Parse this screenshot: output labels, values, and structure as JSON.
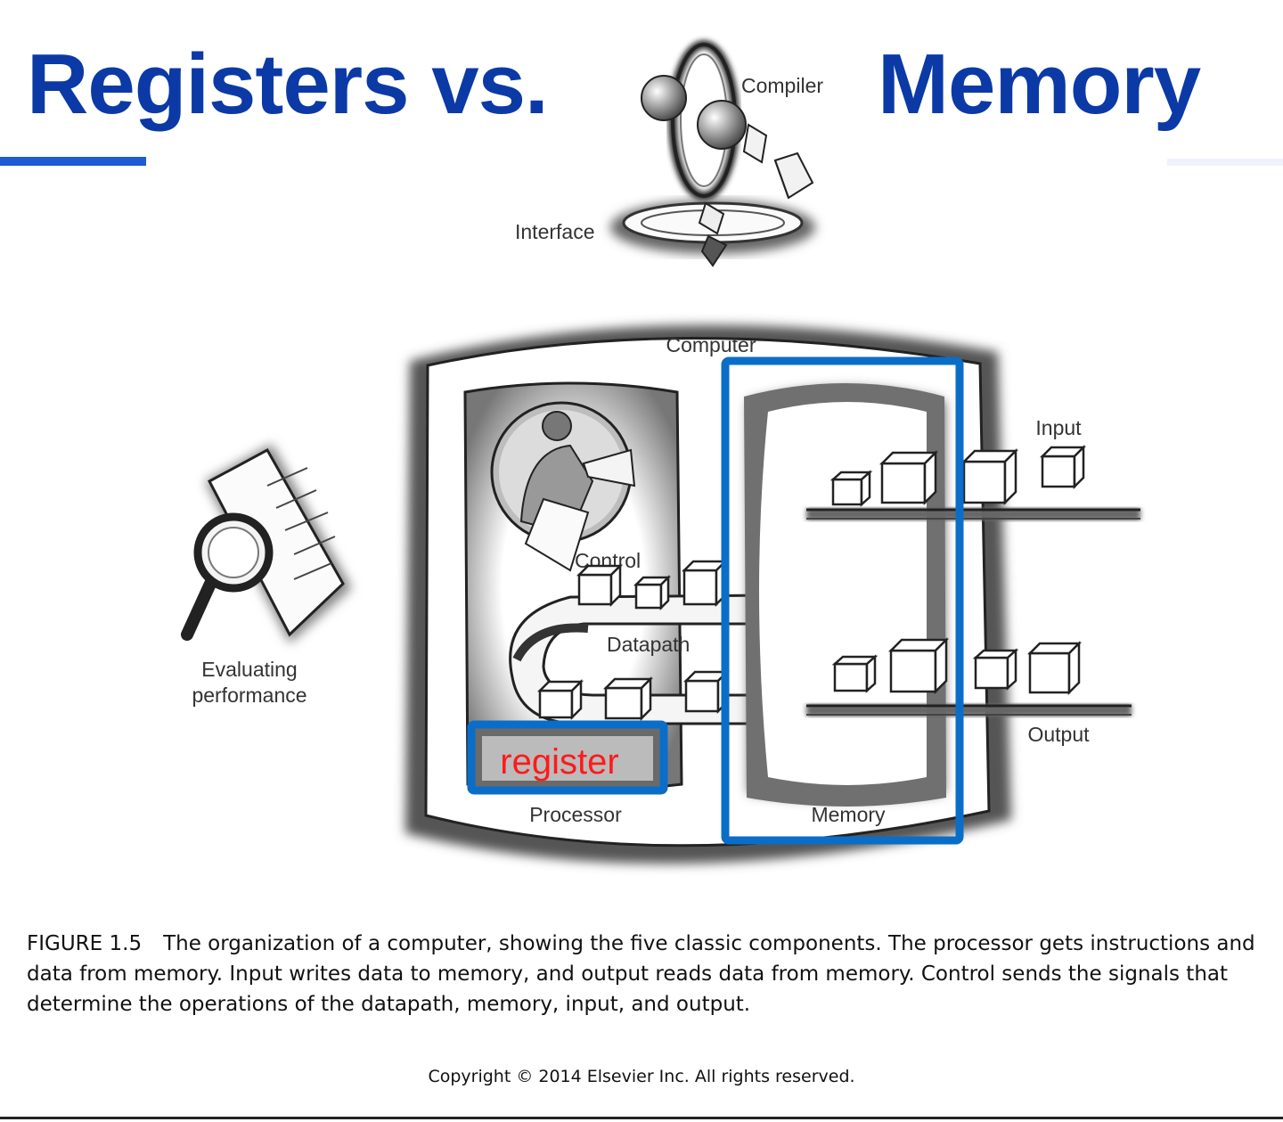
{
  "title": {
    "left": "Registers vs.",
    "right": "Memory"
  },
  "colors": {
    "title": "#0b3aa6",
    "accent": "#1f5bd1",
    "highlight_box": "#0a6ec8",
    "highlight_text": "#ff1a1a"
  },
  "diagram": {
    "labels": {
      "compiler": "Compiler",
      "interface": "Interface",
      "computer": "Computer",
      "control": "Control",
      "datapath": "Datapath",
      "processor": "Processor",
      "memory": "Memory",
      "input": "Input",
      "output": "Output",
      "evaluating_line1": "Evaluating",
      "evaluating_line2": "performance"
    },
    "annotation": {
      "register": "register"
    }
  },
  "caption": {
    "label": "FIGURE 1.5",
    "text": "The organization of a computer, showing the five classic components. The processor gets instructions and data from memory. Input writes data to memory, and output reads data from memory. Control sends the signals that determine the operations of the datapath, memory, input, and output."
  },
  "copyright": "Copyright © 2014 Elsevier Inc. All rights reserved."
}
